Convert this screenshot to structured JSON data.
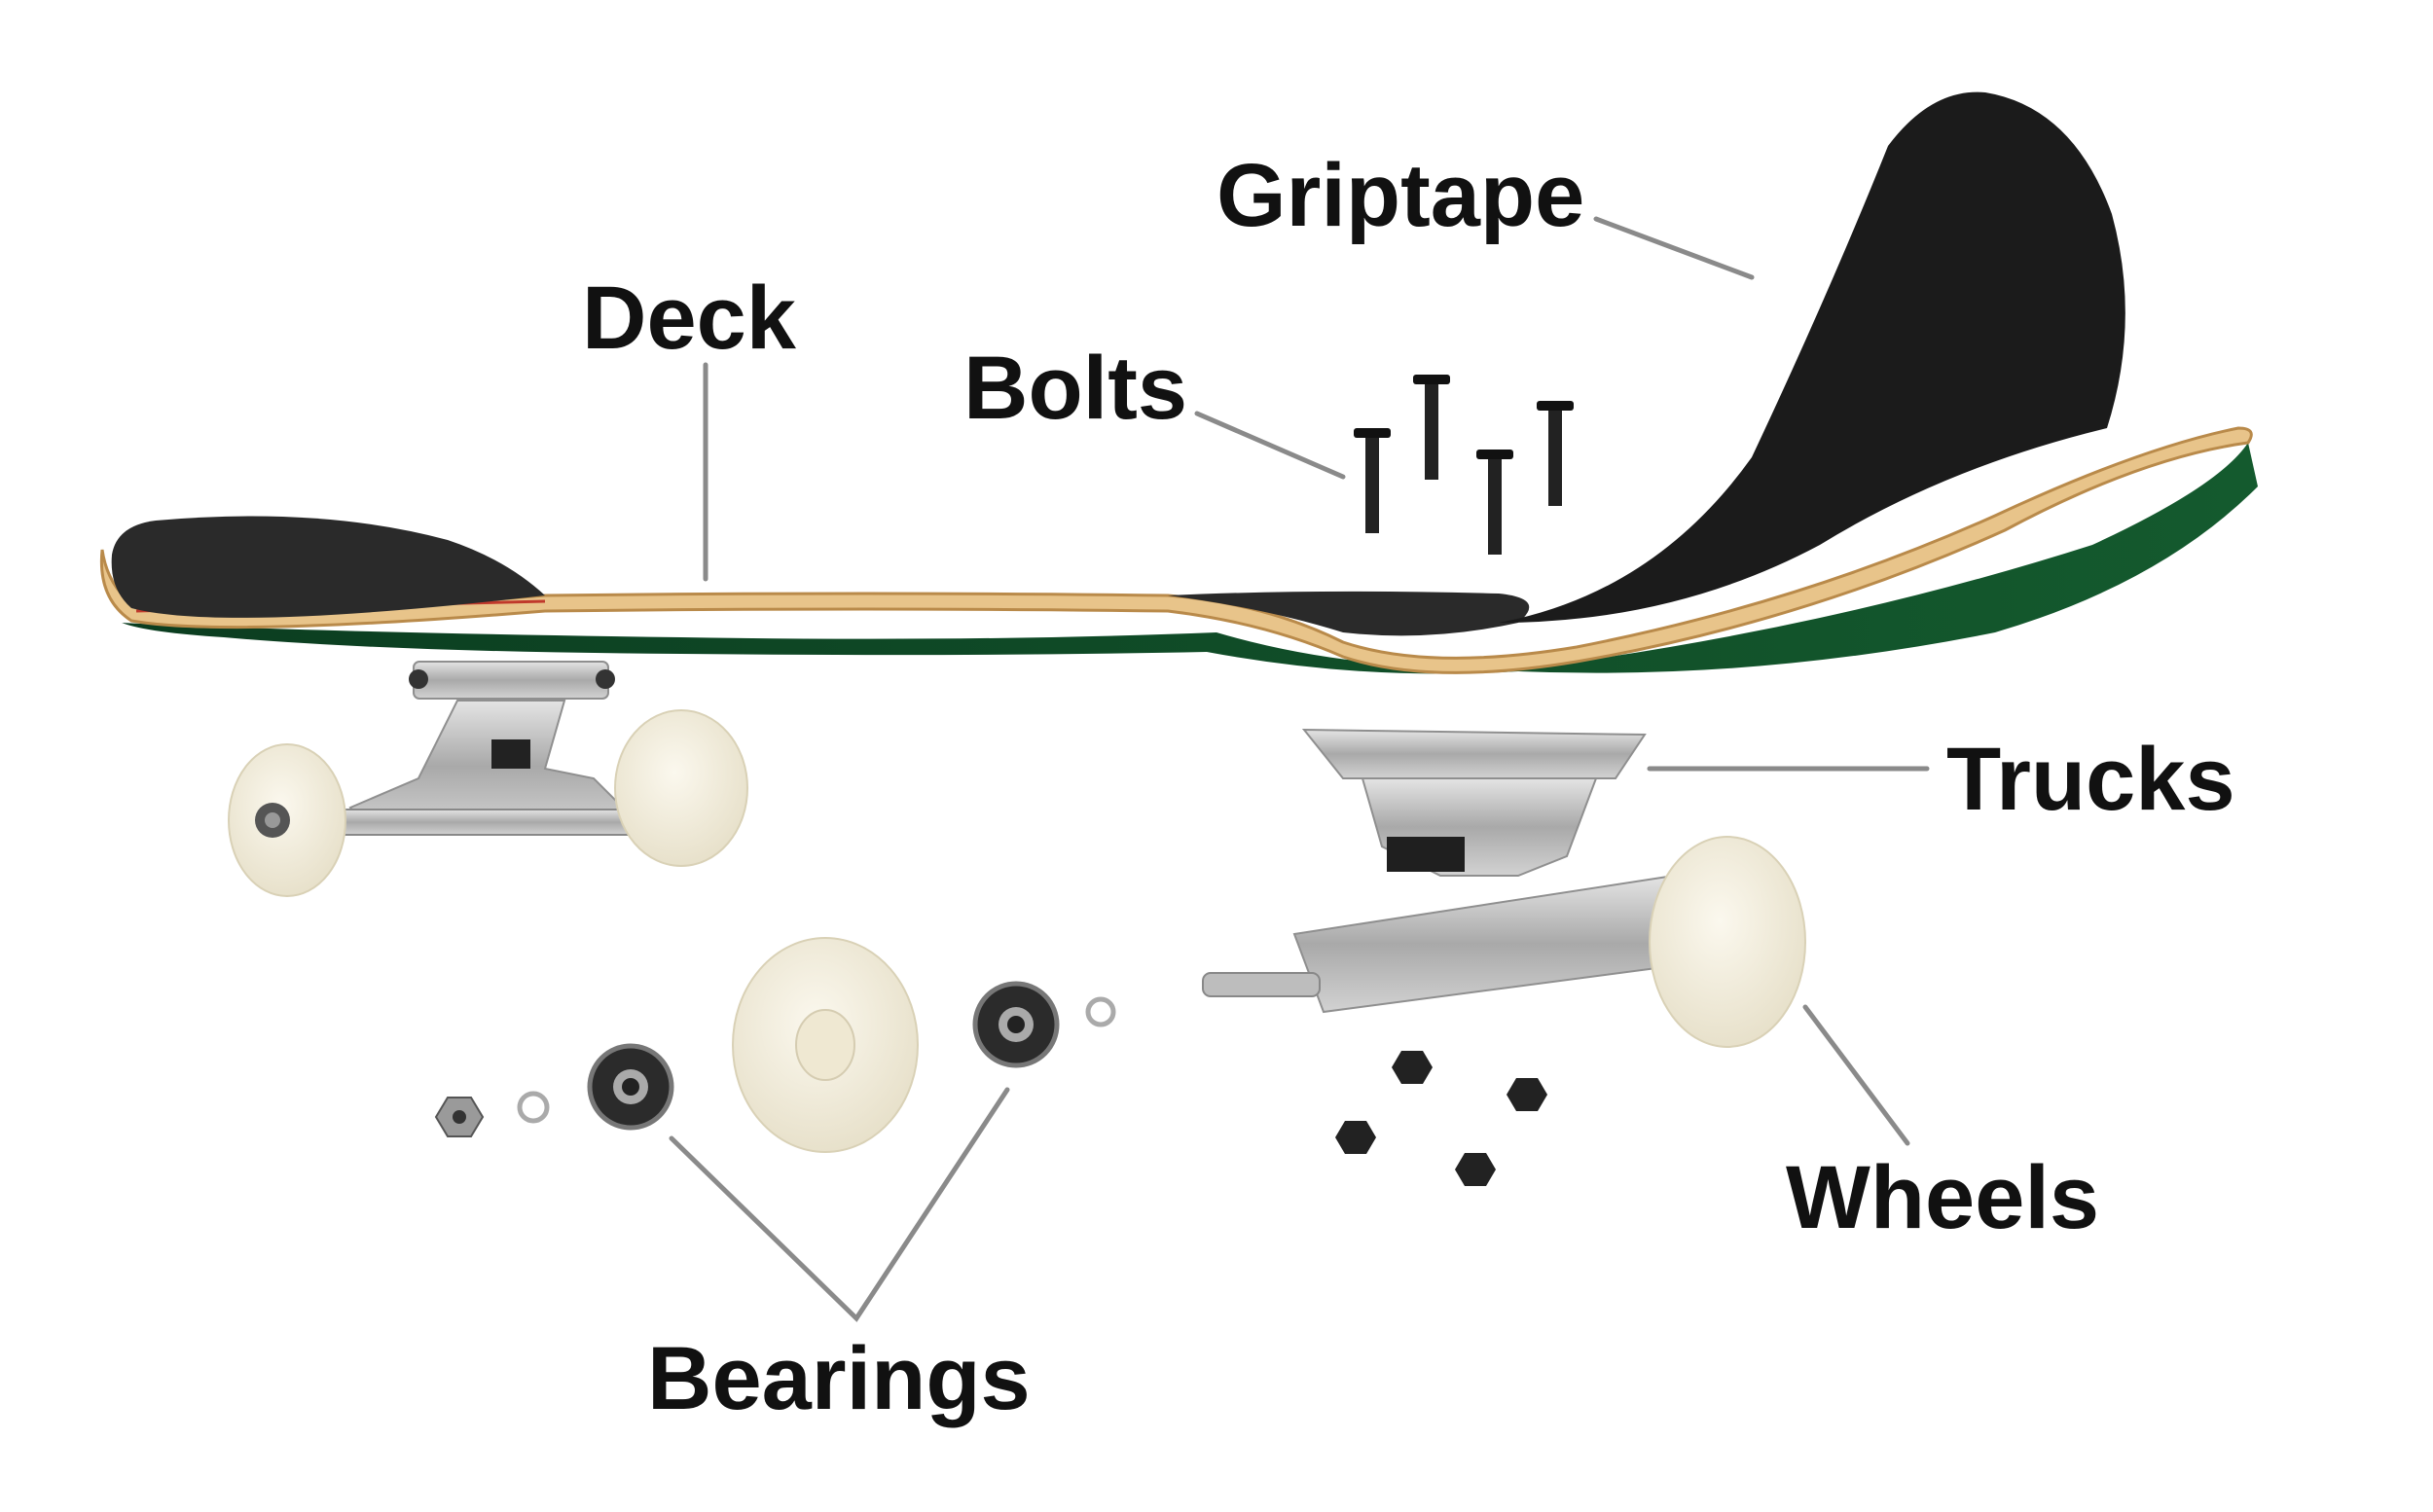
{
  "labels": {
    "griptape": "Griptape",
    "deck": "Deck",
    "bolts": "Bolts",
    "trucks": "Trucks",
    "wheels": "Wheels",
    "bearings": "Bearings"
  },
  "colors": {
    "deck_bottom": "#0e4a26",
    "deck_wood": "#e8c48a",
    "griptape": "#1a1a1a",
    "wheel": "#f3eedd",
    "truck_metal": "#b9b9b9",
    "bearing": "#2b2b2b",
    "leader_line": "#8a8a8a",
    "label_text": "#111111"
  }
}
